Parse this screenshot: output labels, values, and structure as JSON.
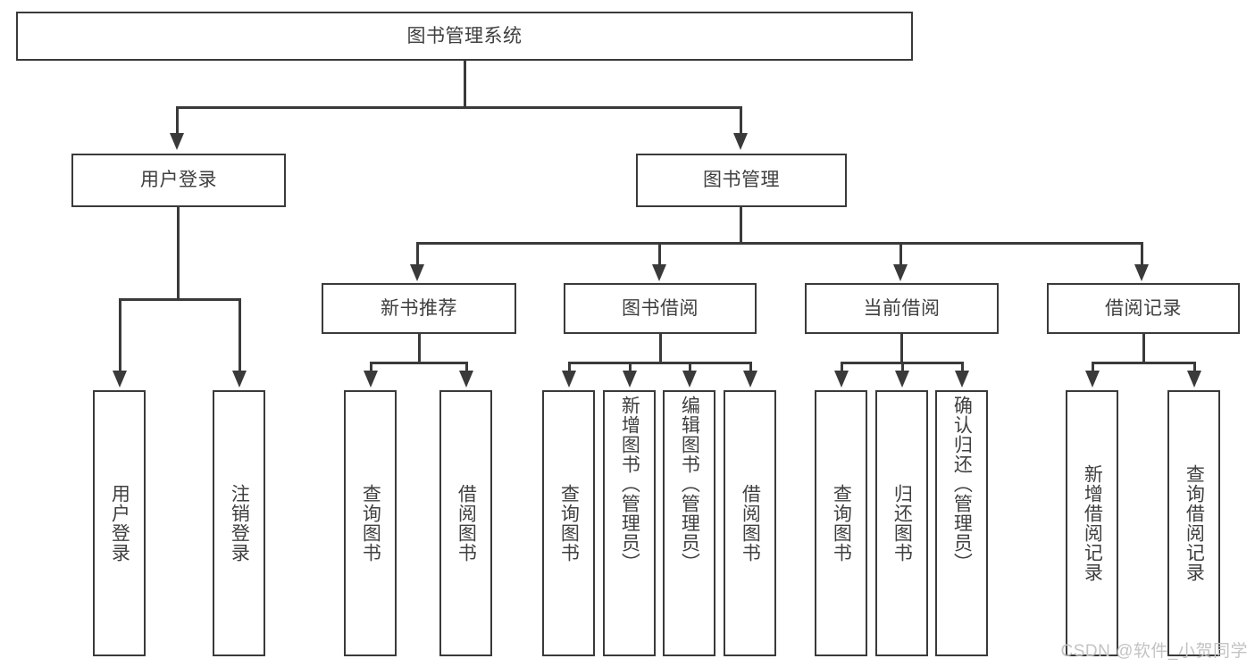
{
  "diagram": {
    "title": "图书管理系统",
    "root": {
      "label": "图书管理系统"
    },
    "level2": [
      {
        "label": "用户登录"
      },
      {
        "label": "图书管理"
      }
    ],
    "level3": [
      {
        "label": "新书推荐"
      },
      {
        "label": "图书借阅"
      },
      {
        "label": "当前借阅"
      },
      {
        "label": "借阅记录"
      }
    ],
    "leaves": {
      "user_login": [
        {
          "label": "用户登录"
        },
        {
          "label": "注销登录"
        }
      ],
      "new_book_recommend": [
        {
          "label": "查询图书"
        },
        {
          "label": "借阅图书"
        }
      ],
      "book_borrow": [
        {
          "label": "查询图书"
        },
        {
          "label": "新增图书（管理员）"
        },
        {
          "label": "编辑图书（管理员）"
        },
        {
          "label": "借阅图书"
        }
      ],
      "current_borrow": [
        {
          "label": "查询图书"
        },
        {
          "label": "归还图书"
        },
        {
          "label": "确认归还（管理员）"
        }
      ],
      "borrow_record": [
        {
          "label": "新增借阅记录"
        },
        {
          "label": "查询借阅记录"
        }
      ]
    }
  },
  "watermark": {
    "text": "CSDN @软件_小贺同学"
  },
  "colors": {
    "stroke": "#3a3a3a",
    "text": "#3f3f3f",
    "background": "#ffffff",
    "watermark": "#c3c3c3"
  }
}
